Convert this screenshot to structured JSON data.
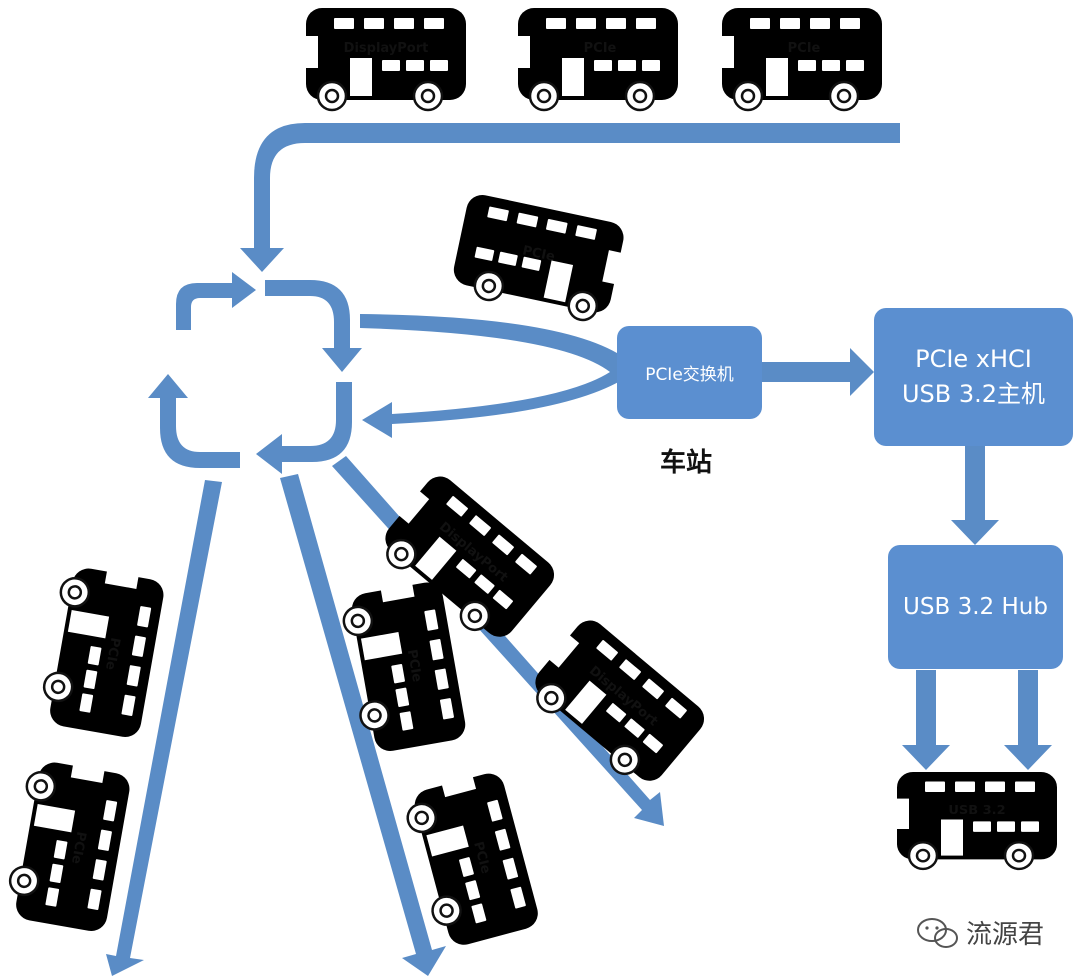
{
  "nodes": {
    "pcie_switch": {
      "label": "PCIe交换机"
    },
    "xhci_host": {
      "line1": "PCIe xHCI",
      "line2": "USB 3.2主机"
    },
    "usb_hub": {
      "label": "USB 3.2 Hub"
    }
  },
  "station_label": "车站",
  "buses": {
    "displayport": "DisplayPort",
    "pcie": "PCIe",
    "usb": "USB 3.2"
  },
  "watermark": {
    "text": "流源君",
    "icon": "wechat-icon"
  },
  "colors": {
    "bus_pcie": "#14b0ec",
    "bus_displayport": "#22b03c",
    "bus_usb": "#fbbf05",
    "node_box": "#5b8fd0",
    "arrow": "#5a8cc6"
  }
}
